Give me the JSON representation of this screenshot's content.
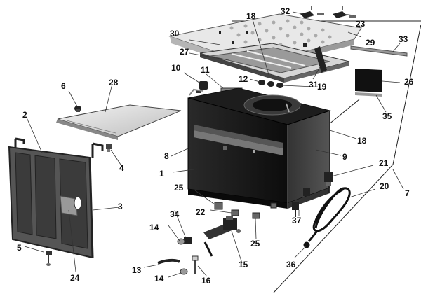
{
  "diagram": {
    "callouts": [
      "1",
      "2",
      "3",
      "4",
      "5",
      "6",
      "7",
      "8",
      "9",
      "10",
      "11",
      "12",
      "13",
      "14",
      "14",
      "15",
      "16",
      "18",
      "18",
      "19",
      "20",
      "21",
      "22",
      "23",
      "24",
      "25",
      "25",
      "26",
      "27",
      "28",
      "29",
      "30",
      "31",
      "32",
      "33",
      "34",
      "35",
      "36",
      "37"
    ]
  }
}
